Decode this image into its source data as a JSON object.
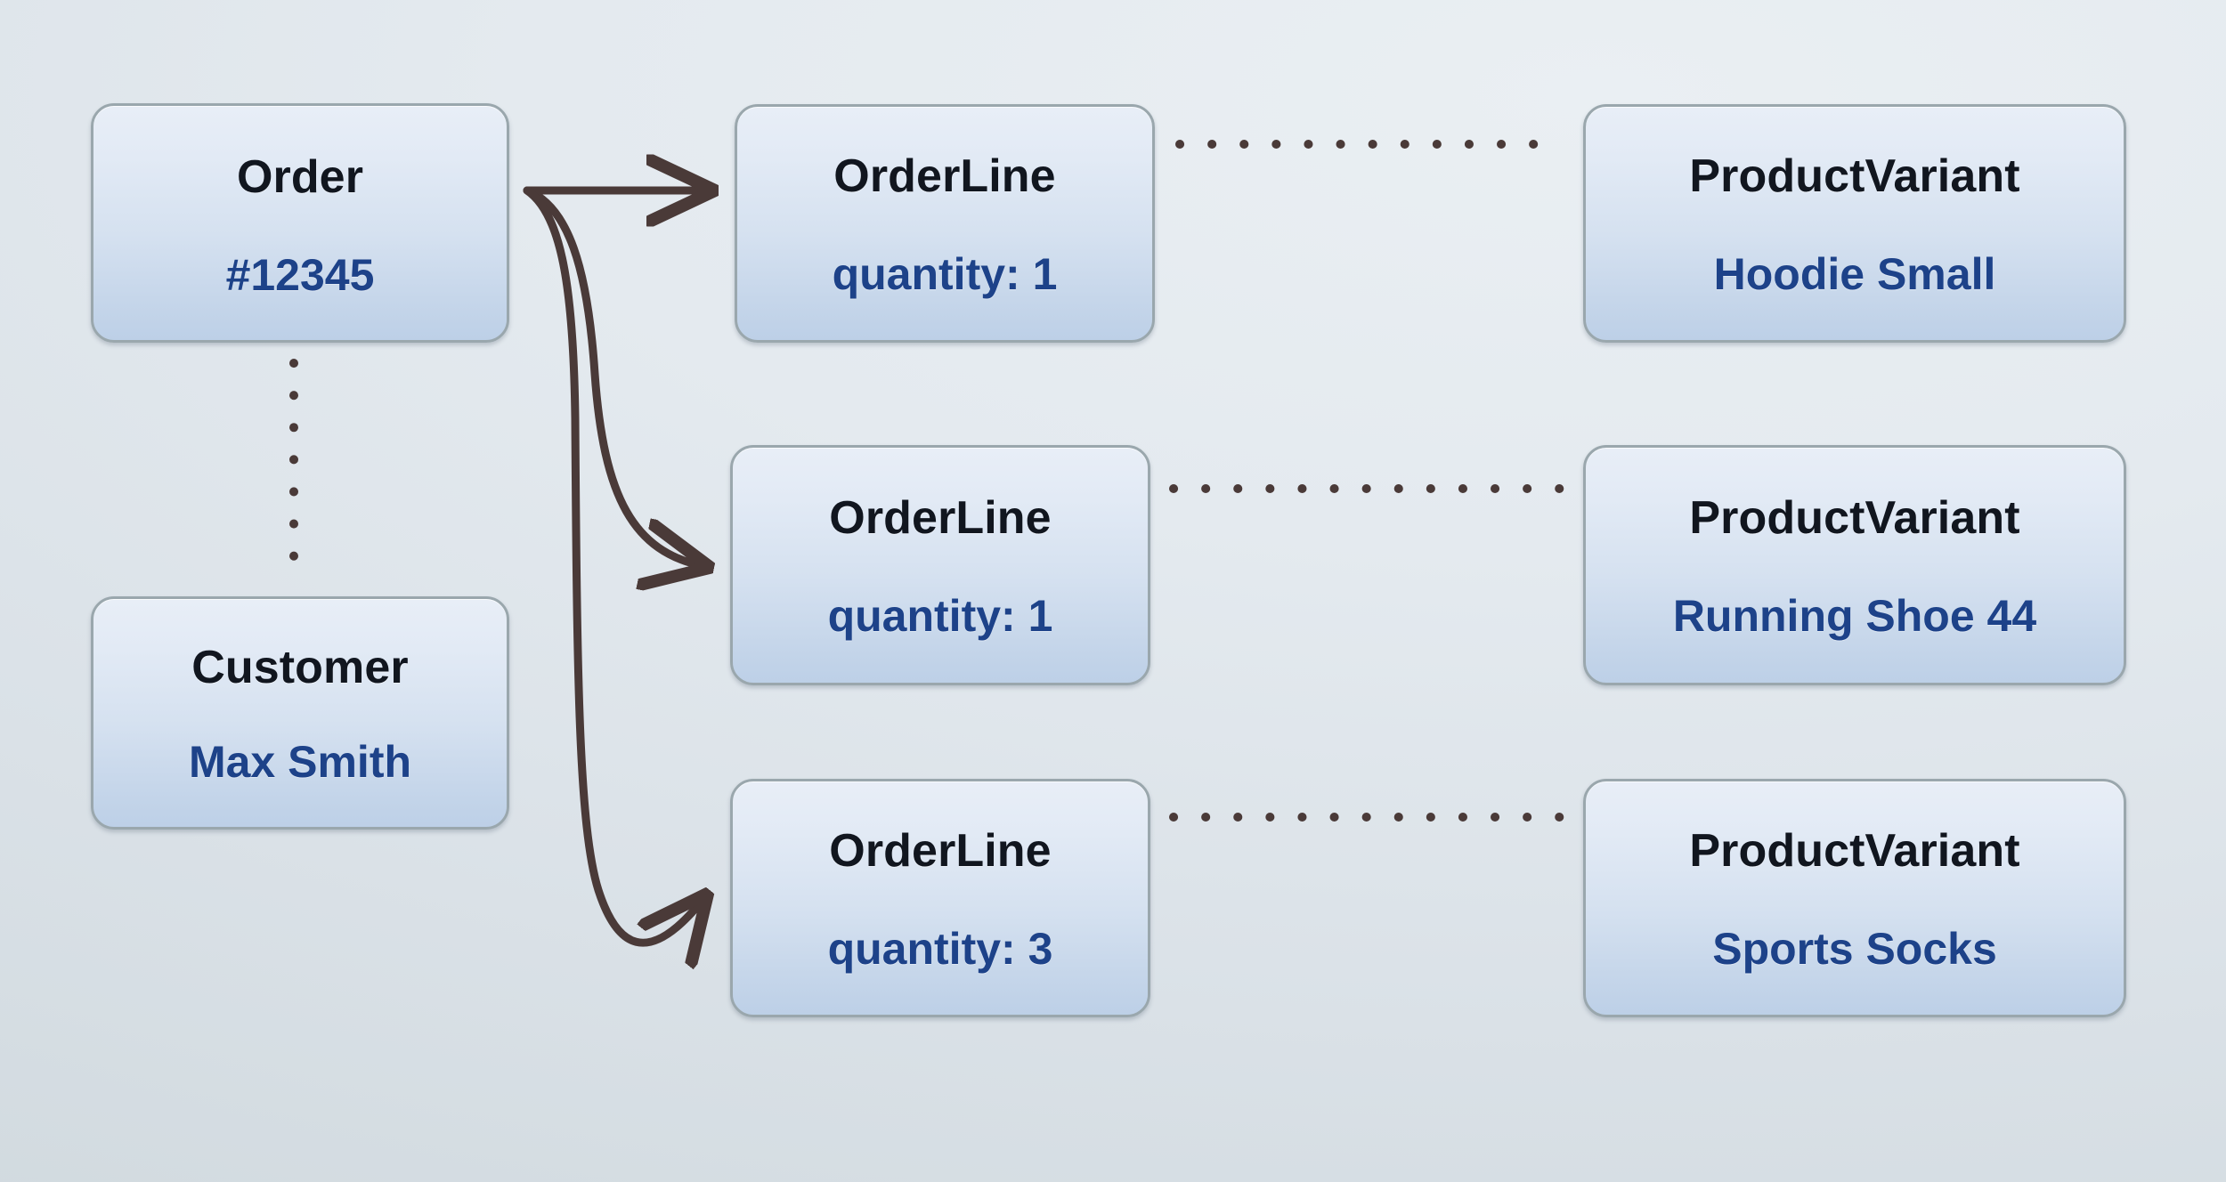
{
  "diagram": {
    "type": "entity-relationship-object-graph",
    "background_top_color": "#eaeff3",
    "background_bottom_color": "#cfd8dd",
    "node_border_color": "#9aa7ad",
    "node_fill_top_color": "#e8eef7",
    "node_fill_bottom_color": "#bdd0e7",
    "title_text_color": "#11161f",
    "subtitle_text_color": "#1d4289",
    "connector_color": "#4a3a38"
  },
  "nodes": {
    "order": {
      "title": "Order",
      "subtitle": "#12345"
    },
    "customer": {
      "title": "Customer",
      "subtitle": "Max Smith"
    },
    "order_lines": [
      {
        "title": "OrderLine",
        "subtitle": "quantity: 1"
      },
      {
        "title": "OrderLine",
        "subtitle": "quantity: 1"
      },
      {
        "title": "OrderLine",
        "subtitle": "quantity: 3"
      }
    ],
    "product_variants": [
      {
        "title": "ProductVariant",
        "subtitle": "Hoodie Small"
      },
      {
        "title": "ProductVariant",
        "subtitle": "Running Shoe 44"
      },
      {
        "title": "ProductVariant",
        "subtitle": "Sports Socks"
      }
    ]
  },
  "edges": {
    "order_to_orderlines": [
      {
        "from": "order",
        "to": "order-line-1",
        "style": "solid-arrow"
      },
      {
        "from": "order",
        "to": "order-line-2",
        "style": "solid-arrow"
      },
      {
        "from": "order",
        "to": "order-line-3",
        "style": "solid-arrow"
      }
    ],
    "order_to_customer": {
      "from": "order",
      "to": "customer",
      "style": "dotted"
    },
    "orderline_to_variant": [
      {
        "from": "order-line-1",
        "to": "product-variant-1",
        "style": "dotted"
      },
      {
        "from": "order-line-2",
        "to": "product-variant-2",
        "style": "dotted"
      },
      {
        "from": "order-line-3",
        "to": "product-variant-3",
        "style": "dotted"
      }
    ]
  }
}
